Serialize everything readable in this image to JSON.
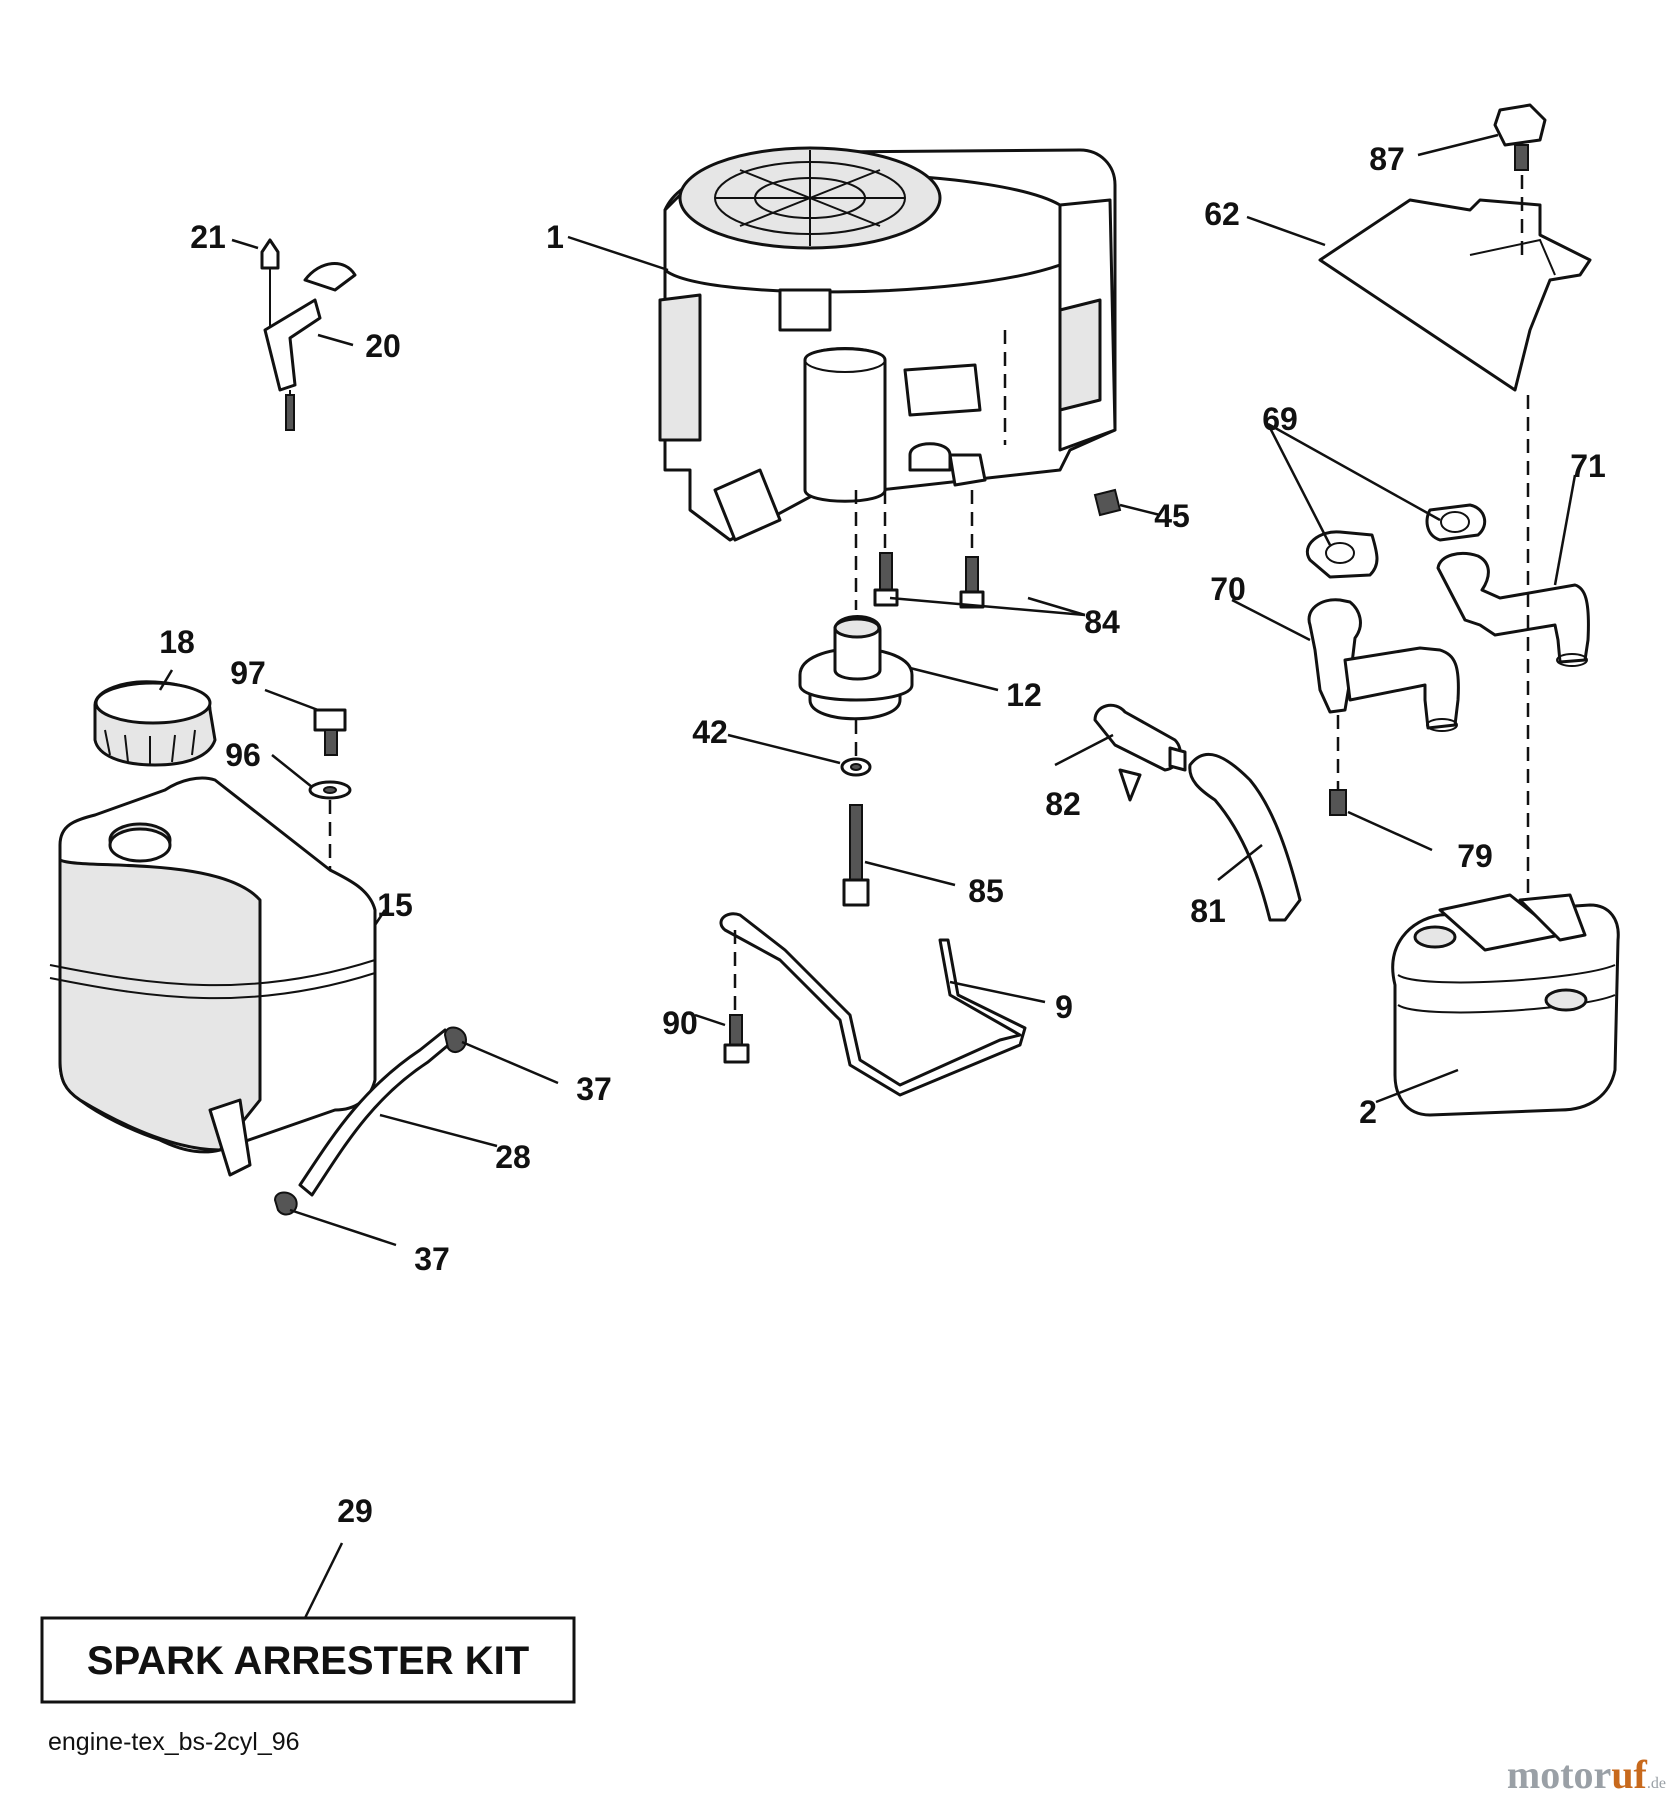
{
  "diagram": {
    "caption": "engine-tex_bs-2cyl_96",
    "kit_box_label": "SPARK ARRESTER KIT",
    "watermark": {
      "brand_main": "motor",
      "brand_accent": "uf",
      "brand_suffix": ".de"
    },
    "callouts": {
      "c1": "1",
      "c2": "2",
      "c9": "9",
      "c12": "12",
      "c15": "15",
      "c18": "18",
      "c20": "20",
      "c21": "21",
      "c28": "28",
      "c29": "29",
      "c37a": "37",
      "c37b": "37",
      "c42": "42",
      "c45": "45",
      "c62": "62",
      "c69": "69",
      "c70": "70",
      "c71": "71",
      "c79": "79",
      "c81": "81",
      "c82": "82",
      "c84": "84",
      "c85": "85",
      "c87": "87",
      "c90": "90",
      "c96": "96",
      "c97": "97"
    }
  }
}
